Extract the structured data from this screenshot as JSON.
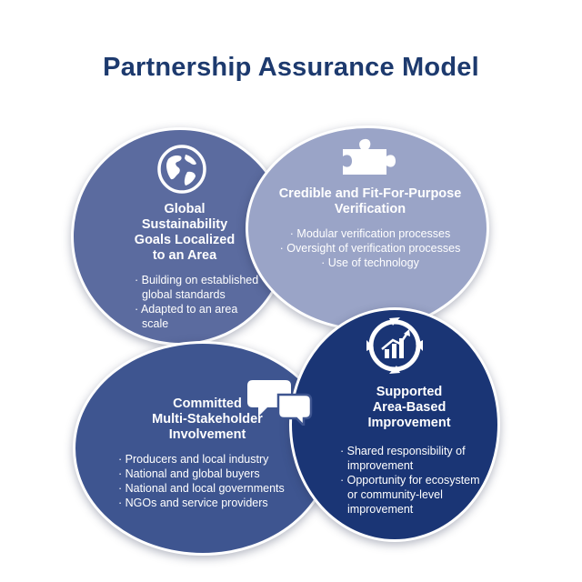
{
  "title": "Partnership Assurance Model",
  "circles": {
    "top_left": {
      "icon": "globe-icon",
      "heading": [
        "Global",
        "Sustainability",
        "Goals Localized",
        "to an Area"
      ],
      "bullets": [
        "· Building on established global standards",
        "· Adapted to an area scale"
      ]
    },
    "top_right": {
      "icon": "puzzle-piece-icon",
      "heading": [
        "Credible and Fit-For-Purpose",
        "Verification"
      ],
      "bullets": [
        "· Modular verification processes",
        "· Oversight of verification processes",
        "· Use of technology"
      ]
    },
    "bottom_left": {
      "icon": "speech-bubbles-icon",
      "heading": [
        "Committed",
        "Multi-Stakeholder",
        "Involvement"
      ],
      "bullets": [
        "· Producers and local industry",
        "· National and global buyers",
        "· National and local governments",
        "· NGOs and service providers"
      ]
    },
    "bottom_right": {
      "icon": "cycle-growth-chart-icon",
      "heading": [
        "Supported",
        "Area-Based",
        "Improvement"
      ],
      "bullets": [
        "· Shared responsibility of improvement",
        "· Opportunity for ecosystem or community-level improvement"
      ]
    }
  },
  "colors": {
    "title": "#1d3a6e",
    "top_left": "#5b6b9f",
    "top_right": "#9aa4c7",
    "bottom_left": "#3e5590",
    "bottom_right": "#1a3575"
  }
}
